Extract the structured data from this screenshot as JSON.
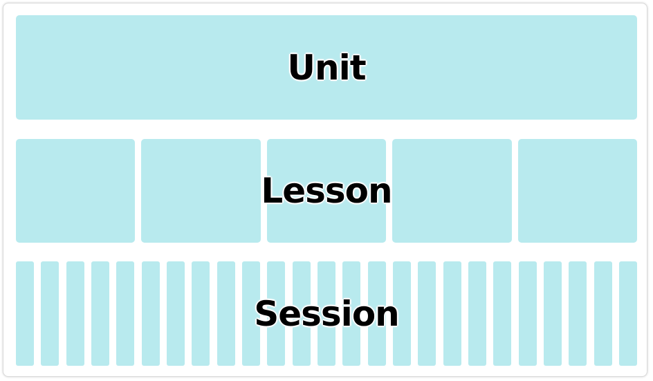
{
  "diagram": {
    "fill_color": "#b8eaee",
    "label_color": "#000000",
    "levels": [
      {
        "id": "unit",
        "label": "Unit",
        "segments": 1
      },
      {
        "id": "lesson",
        "label": "Lesson",
        "segments": 5
      },
      {
        "id": "session",
        "label": "Session",
        "segments": 25
      }
    ]
  }
}
